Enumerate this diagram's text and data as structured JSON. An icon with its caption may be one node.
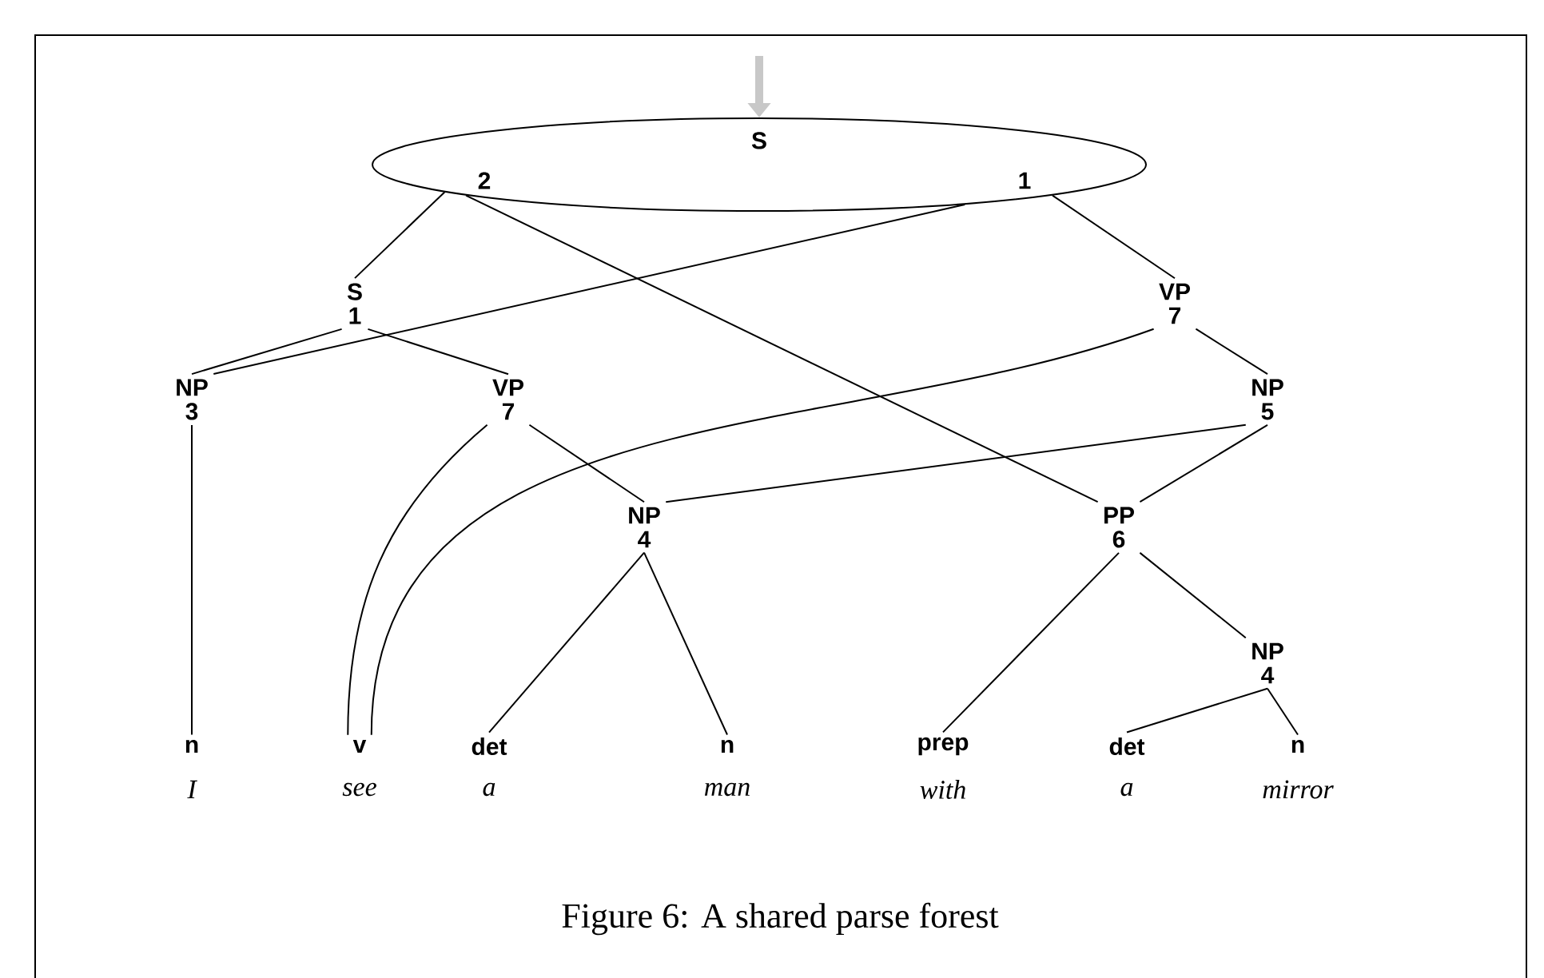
{
  "diagram": {
    "caption": "Figure 6: A shared parse forest",
    "nodes": [
      {
        "text": [
          "S",
          "2",
          "1"
        ]
      },
      {
        "text": [
          "S",
          "1"
        ]
      },
      {
        "text": [
          "VP",
          "7"
        ]
      },
      {
        "text": [
          "NP",
          "3"
        ]
      },
      {
        "text": [
          "VP",
          "7"
        ]
      },
      {
        "text": [
          "NP",
          "5"
        ]
      },
      {
        "text": [
          "NP",
          "4"
        ]
      },
      {
        "text": [
          "PP",
          "6"
        ]
      },
      {
        "text": [
          "NP",
          "4"
        ]
      },
      {
        "text": [
          "n"
        ],
        "beside": [
          "I"
        ]
      },
      {
        "text": [
          "v"
        ],
        "beside": [
          "see"
        ]
      },
      {
        "text": [
          "det"
        ],
        "beside": [
          "a"
        ]
      },
      {
        "text": [
          "n"
        ],
        "beside": [
          "man"
        ]
      },
      {
        "text": [
          "prep"
        ],
        "beside": [
          "with"
        ]
      },
      {
        "text": [
          "det"
        ],
        "beside": [
          "a"
        ]
      },
      {
        "text": [
          "n"
        ],
        "beside": [
          "mirror"
        ]
      }
    ],
    "edges": [
      {
        "from": null,
        "to": 0,
        "arrow": "to",
        "style": "thick",
        "color": "#c8c8c8"
      },
      {
        "from": 0,
        "to": 1,
        "arrow": "none"
      },
      {
        "from": 0,
        "to": 7,
        "arrow": "none"
      },
      {
        "from": 0,
        "to": 3,
        "arrow": "none"
      },
      {
        "from": 0,
        "to": 2,
        "arrow": "none"
      },
      {
        "from": 1,
        "to": 3,
        "arrow": "none"
      },
      {
        "from": 1,
        "to": 4,
        "arrow": "none"
      },
      {
        "from": 2,
        "to": 10,
        "arrow": "none"
      },
      {
        "from": 2,
        "to": 5,
        "arrow": "none"
      },
      {
        "from": 4,
        "to": 10,
        "arrow": "none"
      },
      {
        "from": 4,
        "to": 6,
        "arrow": "none"
      },
      {
        "from": 5,
        "to": 6,
        "arrow": "none"
      },
      {
        "from": 5,
        "to": 7,
        "arrow": "none"
      },
      {
        "from": 3,
        "to": 9,
        "arrow": "none"
      },
      {
        "from": 6,
        "to": 11,
        "arrow": "none"
      },
      {
        "from": 6,
        "to": 12,
        "arrow": "none"
      },
      {
        "from": 7,
        "to": 13,
        "arrow": "none"
      },
      {
        "from": 7,
        "to": 8,
        "arrow": "none"
      },
      {
        "from": 8,
        "to": 14,
        "arrow": "none"
      },
      {
        "from": 8,
        "to": 15,
        "arrow": "none"
      }
    ]
  }
}
